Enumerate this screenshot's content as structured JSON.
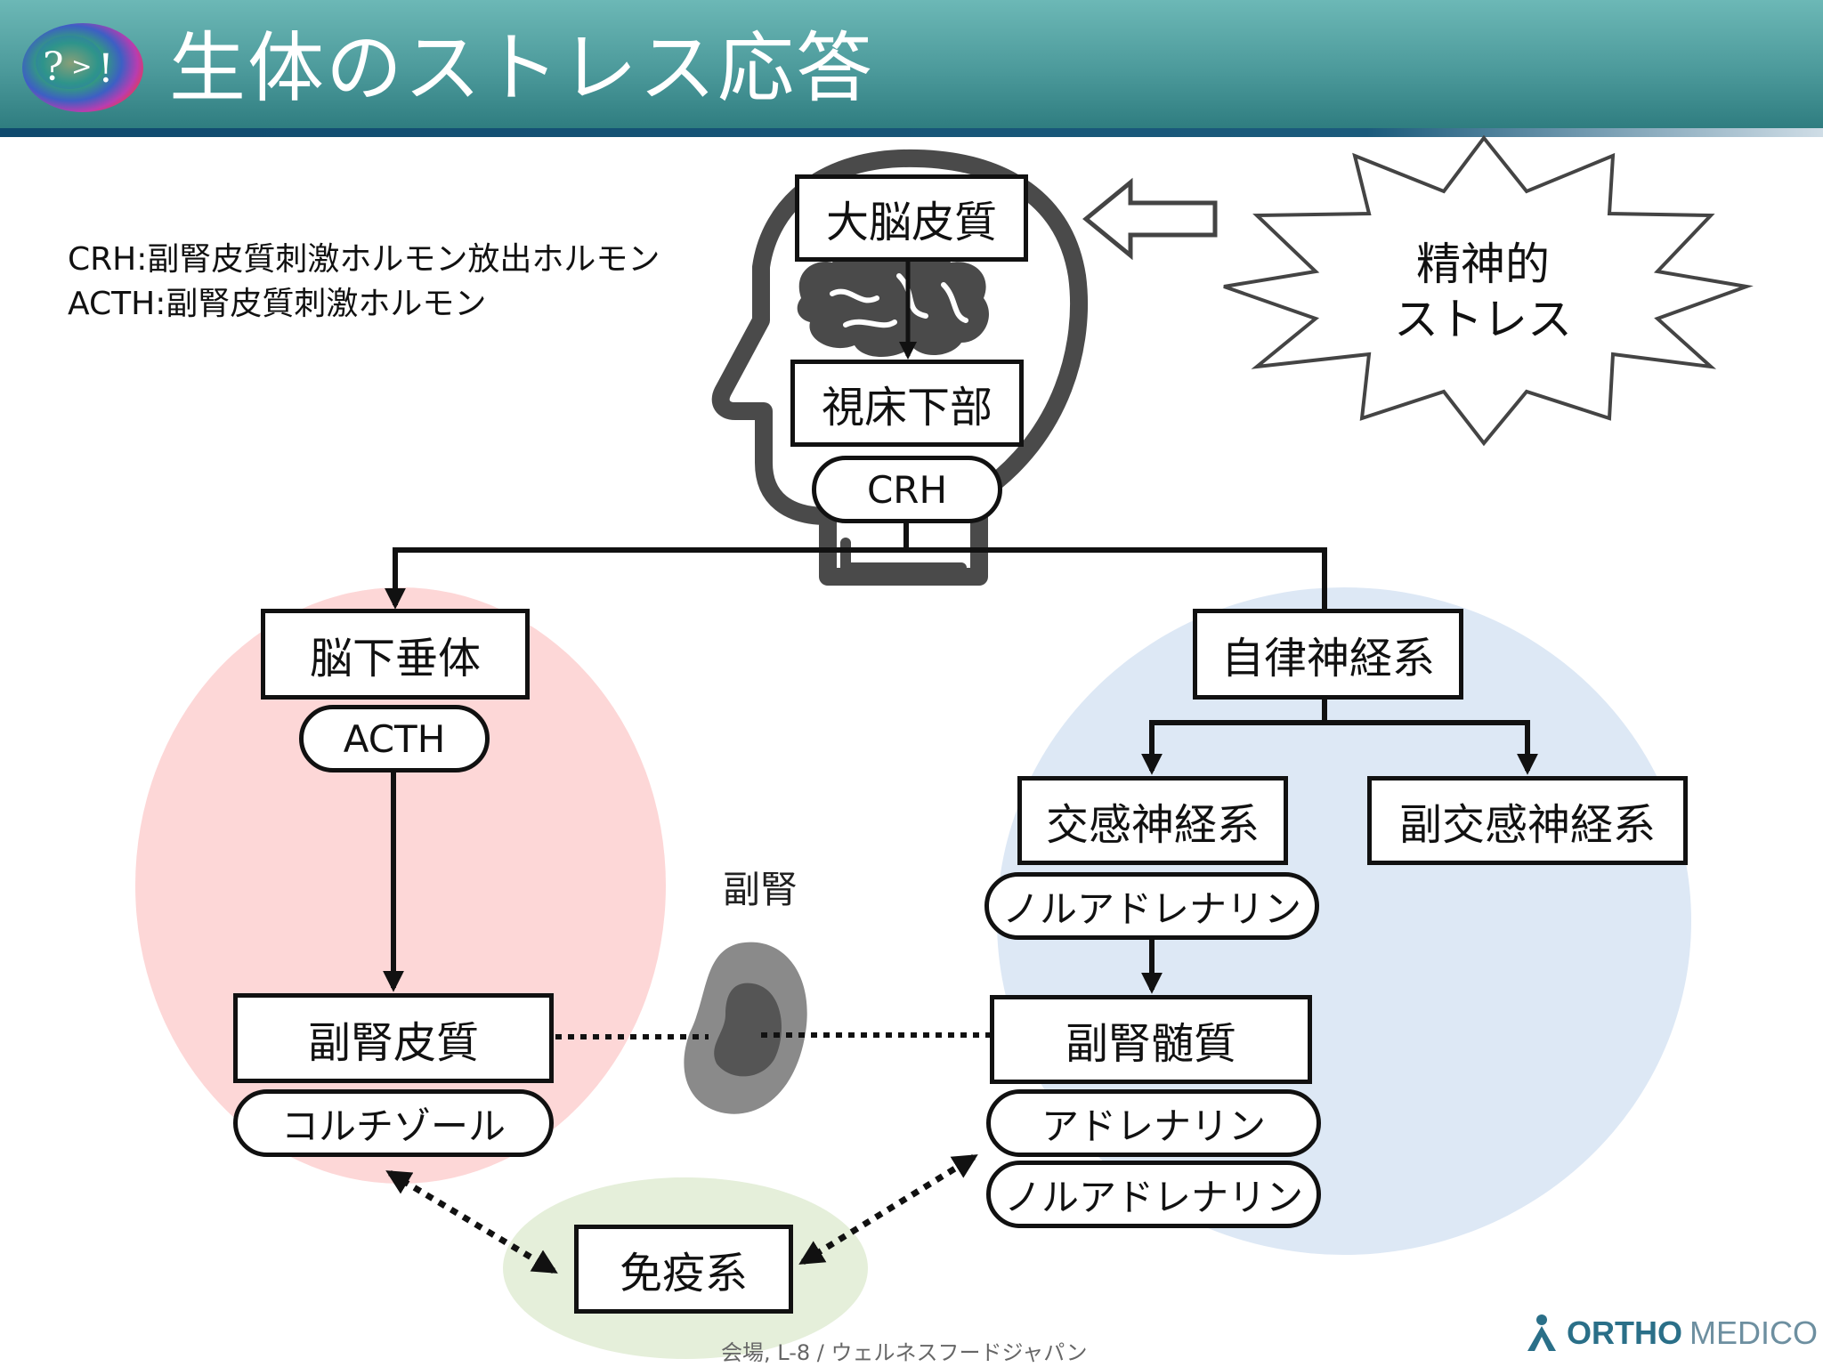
{
  "header": {
    "title": "生体のストレス応答"
  },
  "legend": {
    "line1": "CRH:副腎皮質刺激ホルモン放出ホルモン",
    "line2": "ACTH:副腎皮質刺激ホルモン"
  },
  "nodes": {
    "cortex": "大脳皮質",
    "hypothalamus": "視床下部",
    "crh": "CRH",
    "pituitary": "脳下垂体",
    "acth": "ACTH",
    "adrenal_cortex": "副腎皮質",
    "cortisol": "コルチゾール",
    "autonomic": "自律神経系",
    "sympathetic": "交感神経系",
    "parasympathetic": "副交感神経系",
    "noradrenaline_1": "ノルアドレナリン",
    "adrenal_medulla": "副腎髄質",
    "adrenaline": "アドレナリン",
    "noradrenaline_2": "ノルアドレナリン",
    "immune": "免疫系",
    "adrenal_label": "副腎"
  },
  "stress": {
    "line1": "精神的",
    "line2": "ストレス"
  },
  "footer": {
    "text": "会場, L-8 / ウェルネスフードジャパン"
  },
  "brand": {
    "ortho": "ORTHO",
    "medico": "MEDICO"
  },
  "colors": {
    "header_teal": "#4c9a9b",
    "header_bar_navy": "#0f4a6e",
    "hpa_circle": "#fdd7d7",
    "autonomic_circle": "#dde8f5",
    "immune_ellipse": "#e5efda",
    "head_icon": "#4a4a4a",
    "brand_blue": "#2a6f88"
  }
}
